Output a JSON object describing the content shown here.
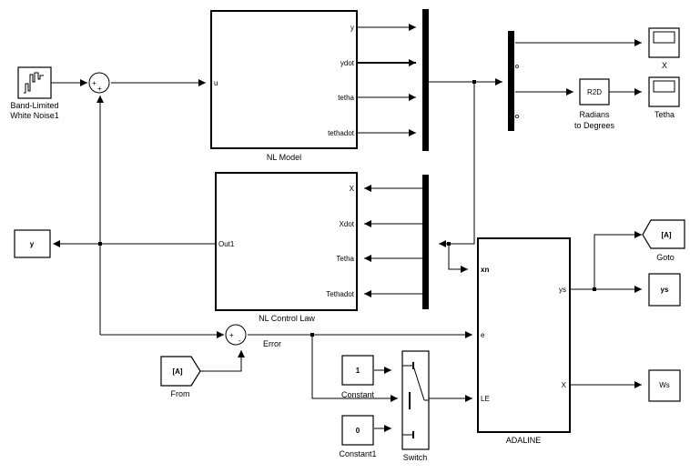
{
  "diagram": {
    "blocks": {
      "noise": {
        "label_line1": "Band-Limited",
        "label_line2": "White Noise1"
      },
      "sum1": {
        "signs": [
          "+",
          "+"
        ]
      },
      "nl_model": {
        "label": "NL Model",
        "in_port": "u",
        "out_ports": [
          "y",
          "ydot",
          "tetha",
          "tethadot"
        ]
      },
      "nl_control": {
        "label": "NL Control Law",
        "out_port": "Out1",
        "in_ports": [
          "X",
          "Xdot",
          "Tetha",
          "Tethadot"
        ]
      },
      "scope_x": {
        "label": "X"
      },
      "scope_tetha": {
        "label": "Tetha"
      },
      "r2d": {
        "text": "R2D",
        "label_line1": "Radians",
        "label_line2": "to Degrees"
      },
      "y_out": {
        "text": "y"
      },
      "sum2": {
        "signs": [
          "+",
          "-"
        ],
        "label": "Error"
      },
      "from": {
        "text": "[A]",
        "label": "From"
      },
      "constant": {
        "text": "1",
        "label": "Constant"
      },
      "constant1": {
        "text": "0",
        "label": "Constant1"
      },
      "switch": {
        "label": "Switch"
      },
      "adaline": {
        "label": "ADALINE",
        "in_ports": [
          "xn",
          "e",
          "LE"
        ],
        "out_ports": [
          "ys",
          "X"
        ]
      },
      "goto": {
        "text": "[A]",
        "label": "Goto"
      },
      "ys_out": {
        "text": "ys"
      },
      "ws_out": {
        "text": "Ws"
      }
    }
  }
}
